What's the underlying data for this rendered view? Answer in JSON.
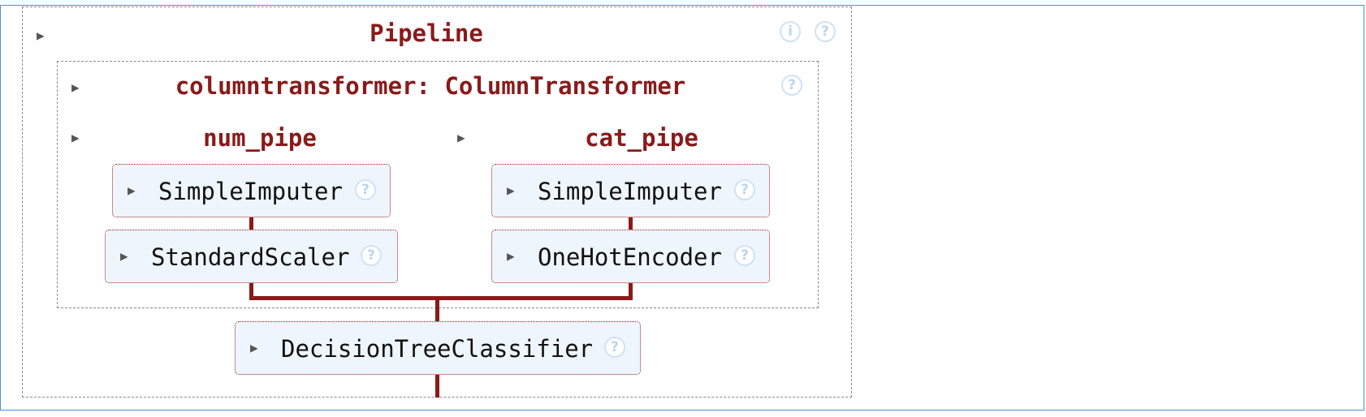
{
  "pipeline": {
    "title": "Pipeline",
    "info_icon_glyph": "i",
    "help_icon_glyph": "?",
    "toggle_glyph": "▶",
    "column_transformer": {
      "title": "columntransformer: ColumnTransformer",
      "branches": [
        {
          "name": "num_pipe",
          "steps": [
            "SimpleImputer",
            "StandardScaler"
          ]
        },
        {
          "name": "cat_pipe",
          "steps": [
            "SimpleImputer",
            "OneHotEncoder"
          ]
        }
      ]
    },
    "final_estimator": "DecisionTreeClassifier"
  },
  "colors": {
    "title_red": "#8b1a1a",
    "estimator_bg": "#eef5fc",
    "frame_blue": "#4a90d9",
    "help_icon": "#b8d5ee"
  }
}
